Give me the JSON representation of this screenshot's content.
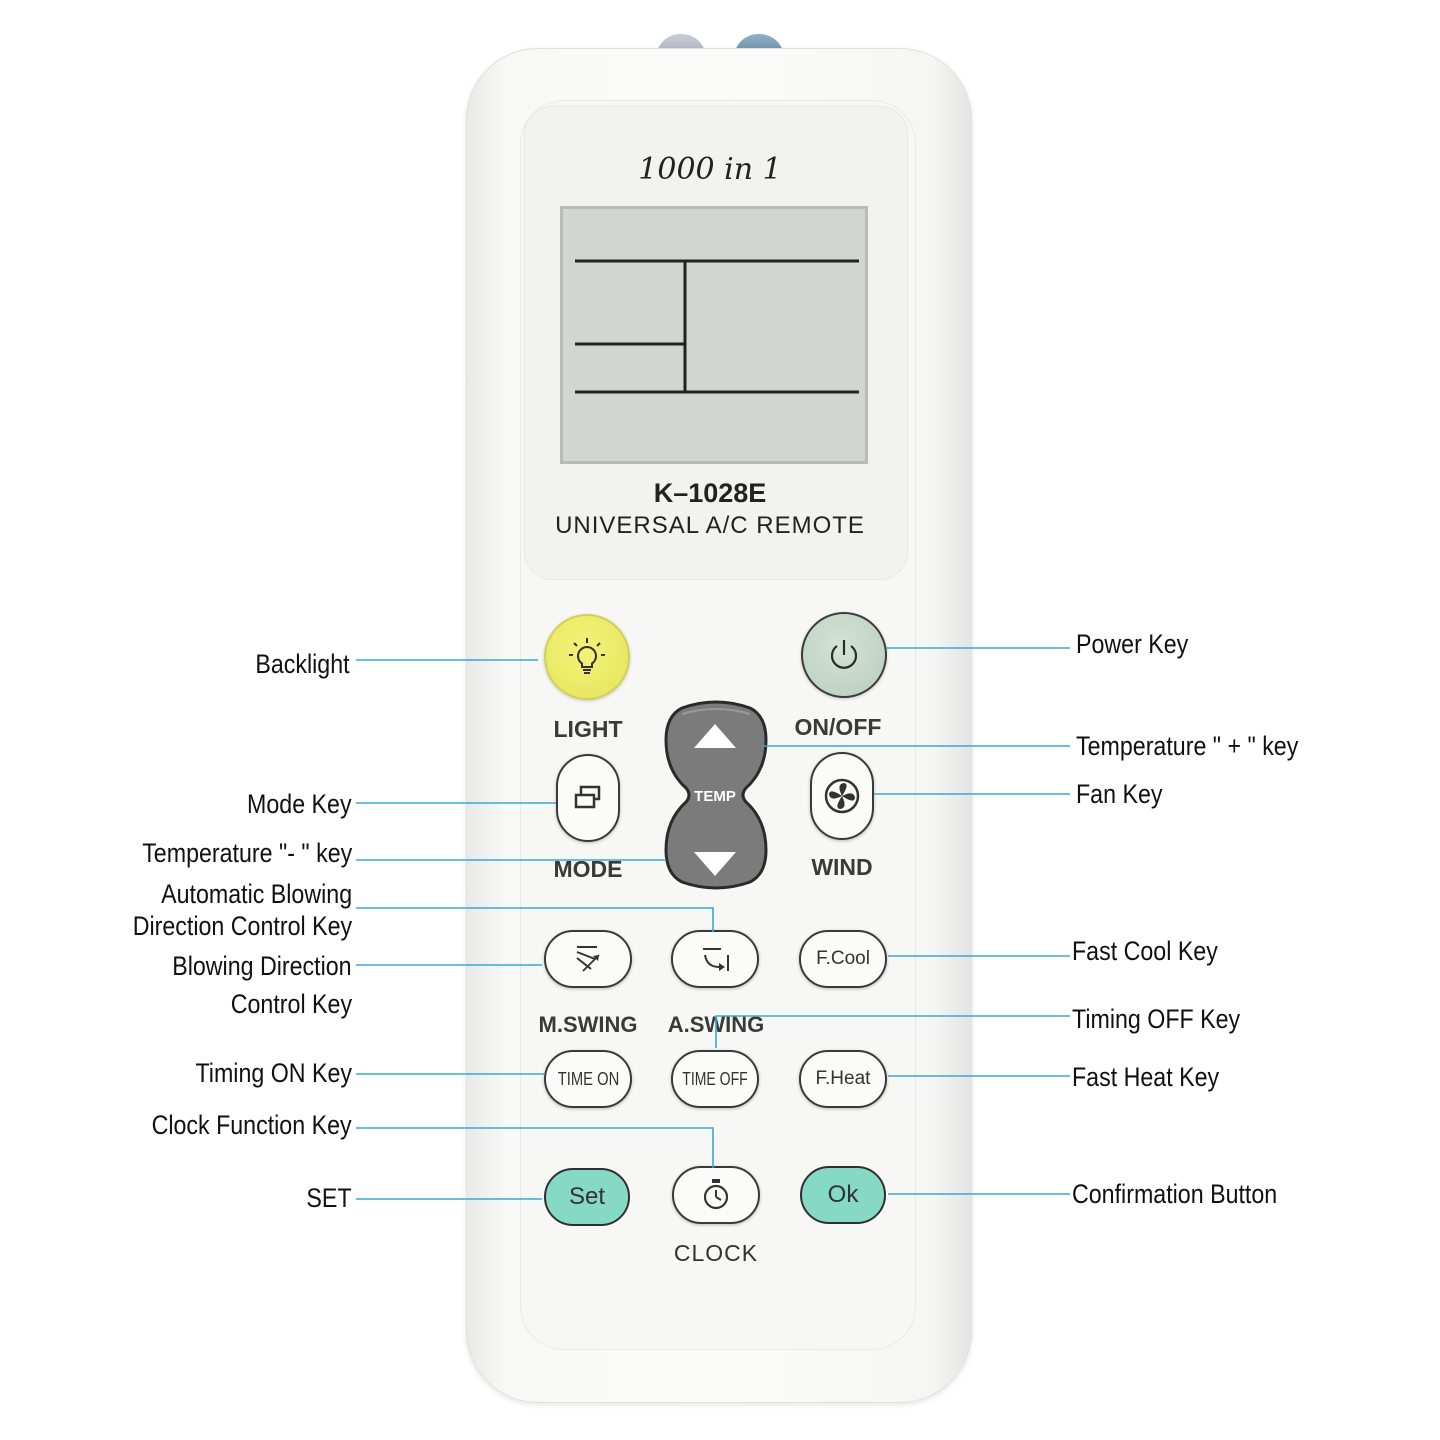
{
  "remote": {
    "brand": "1000 in 1",
    "model": "K–1028E",
    "subtitle": "UNIVERSAL A/C REMOTE"
  },
  "buttons": {
    "light": "LIGHT",
    "on_off": "ON/OFF",
    "temp": "TEMP",
    "mode": "MODE",
    "wind": "WIND",
    "m_swing": "M.SWING",
    "a_swing": "A.SWING",
    "f_cool": "F.Cool",
    "time_on": "TIME ON",
    "time_off": "TIME OFF",
    "f_heat": "F.Heat",
    "set": "Set",
    "ok": "Ok",
    "clock": "CLOCK"
  },
  "annotations": {
    "backlight": "Backlight",
    "mode_key": "Mode Key",
    "temp_minus": "Temperature \"- \" key",
    "auto_blowing_1": "Automatic Blowing",
    "auto_blowing_2": "Direction Control Key",
    "blowing_dir_1": "Blowing Direction",
    "blowing_dir_2": "Control Key",
    "timing_on": "Timing ON Key",
    "clock_function": "Clock Function Key",
    "set": "SET",
    "power_key": "Power Key",
    "temp_plus": "Temperature \" + \" key",
    "fan_key": "Fan Key",
    "fast_cool": "Fast Cool Key",
    "timing_off": "Timing OFF Key",
    "fast_heat": "Fast Heat Key",
    "confirmation": "Confirmation Button"
  },
  "colors": {
    "leader_line": "#39a9d3",
    "light_button": "#e6e55d",
    "power_button": "#bccfc1",
    "set_ok_button": "#86d9c4",
    "temp_rocker": "#7b7b7b",
    "lcd": "#d3d6d0"
  },
  "icons": [
    "lightbulb-icon",
    "power-icon",
    "mode-icon",
    "fan-icon",
    "temp-up-icon",
    "temp-down-icon",
    "manual-swing-icon",
    "auto-swing-icon",
    "stopwatch-icon"
  ]
}
